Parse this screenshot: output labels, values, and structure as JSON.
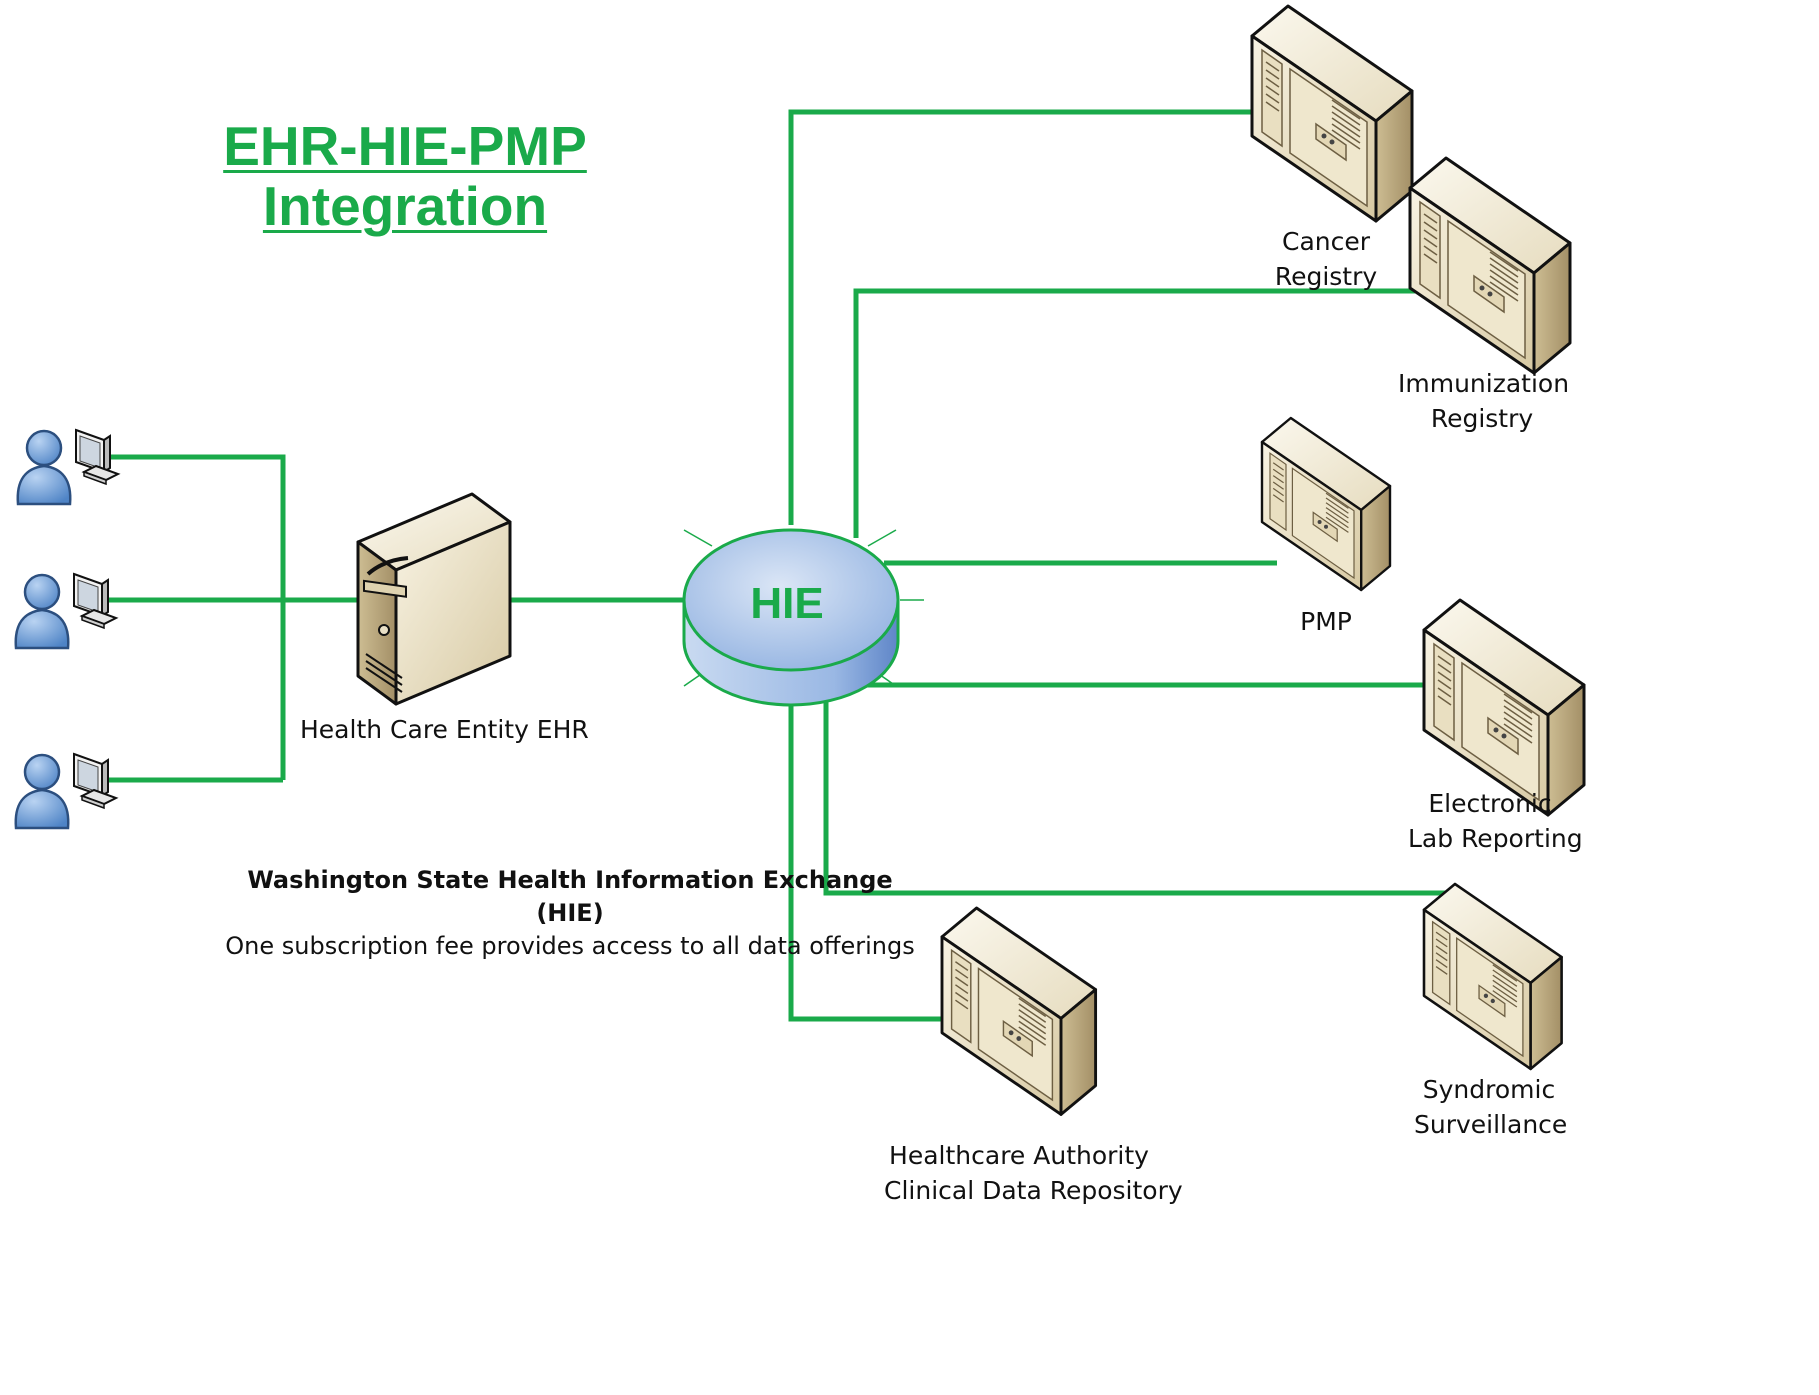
{
  "title": {
    "line1": "EHR-HIE-PMP",
    "line2": "Integration"
  },
  "hub": {
    "label": "HIE"
  },
  "ehr": {
    "label": "Health Care Entity EHR"
  },
  "caption": {
    "line1": "Washington State Health Information Exchange",
    "line2": "(HIE)",
    "line3": "One subscription fee provides access to all data offerings"
  },
  "nodes": {
    "cancer": {
      "line1": "Cancer",
      "line2": "Registry"
    },
    "immun": {
      "line1": "Immunization",
      "line2": "Registry"
    },
    "pmp": {
      "line1": "PMP"
    },
    "elr": {
      "line1": "Electronic",
      "line2": "Lab Reporting"
    },
    "syndromic": {
      "line1": "Syndromic",
      "line2": "Surveillance"
    },
    "hca": {
      "line1": "Healthcare Authority",
      "line2": "Clinical Data Repository"
    }
  },
  "colors": {
    "connector": "#1aaa4a",
    "title": "#1aaa4a",
    "hub_fill": "#a9c2e8",
    "hub_edge": "#1aaa4a",
    "server_light": "#f1ead4",
    "server_mid": "#d8c9a1",
    "server_dark": "#a89670",
    "user_blue": "#5b8fd0"
  },
  "icons": [
    "user-workstation-icon",
    "server-tower-icon",
    "hub-disc-icon"
  ]
}
